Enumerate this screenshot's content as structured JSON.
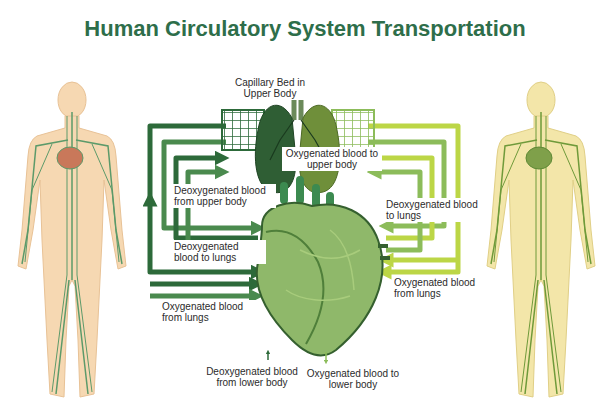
{
  "diagram": {
    "title": "Human Circulatory System Transportation",
    "labels": [
      "Capillary Bed in Upper Body",
      "Oxygenated blood to upper body",
      "Deoxygenated blood from upper body",
      "Deoxygenated blood to lungs",
      "Deoxygenated blood to lungs",
      "Oxygenated blood from lungs",
      "Oxygenated blood from lungs",
      "Deoxygenated blood from lower body",
      "Oxygenated blood to lower body"
    ]
  }
}
